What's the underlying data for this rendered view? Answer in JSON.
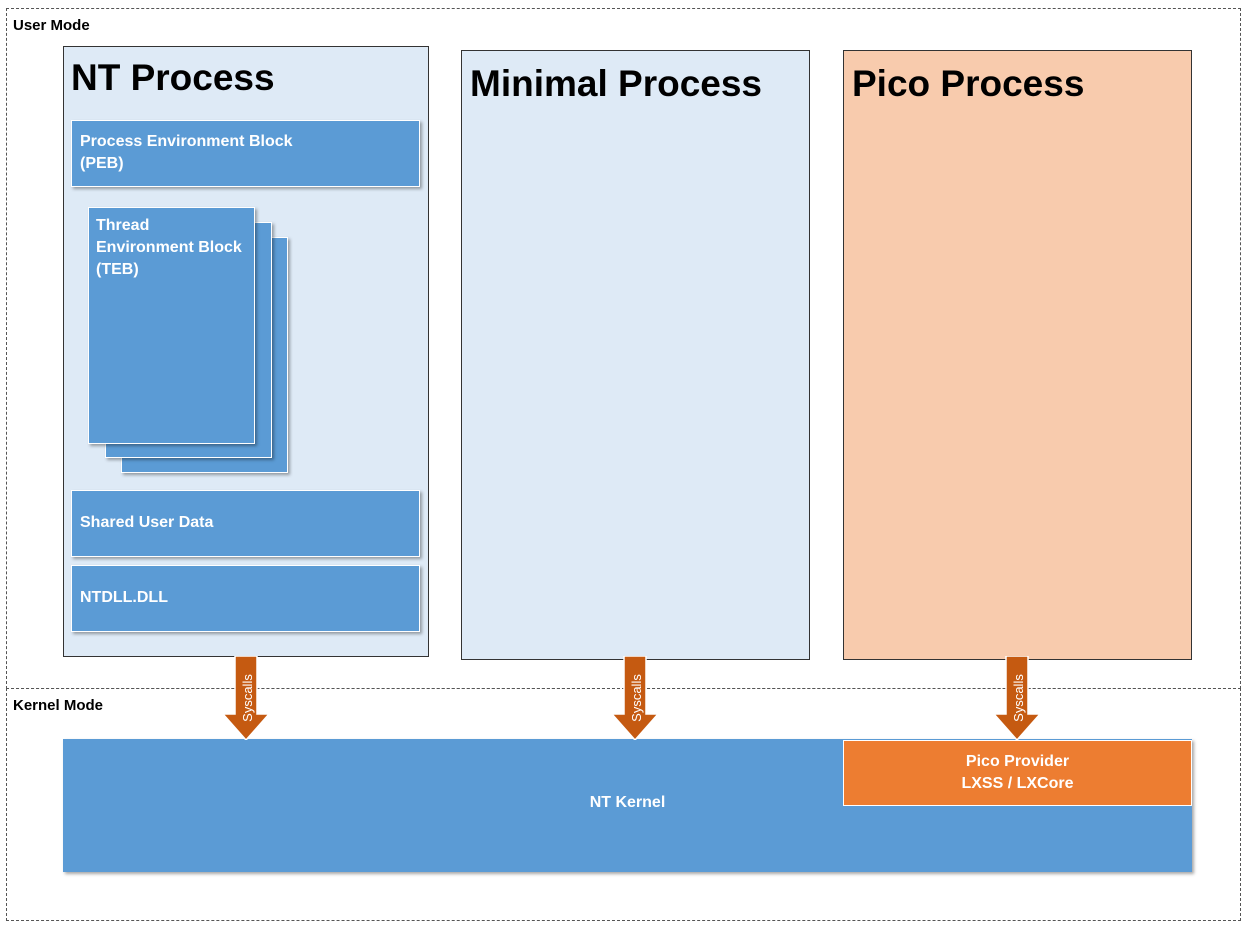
{
  "zones": {
    "user_mode": "User Mode",
    "kernel_mode": "Kernel Mode"
  },
  "processes": {
    "nt": {
      "title": "NT Process",
      "peb_line1": "Process Environment Block",
      "peb_line2": "(PEB)",
      "teb_line1": "Thread",
      "teb_line2": "Environment Block",
      "teb_line3": "(TEB)",
      "shared_user_data": "Shared User Data",
      "ntdll": "NTDLL.DLL"
    },
    "minimal": {
      "title": "Minimal Process"
    },
    "pico": {
      "title": "Pico Process"
    }
  },
  "syscalls": {
    "label": "Syscalls"
  },
  "kernel": {
    "nt_kernel": "NT Kernel",
    "pico_provider_line1": "Pico Provider",
    "pico_provider_line2": "LXSS / LXCore"
  },
  "colors": {
    "process_fill": "#deeaf6",
    "pico_fill": "#f8cbad",
    "block_blue": "#5b9bd5",
    "provider_orange": "#ed7d31",
    "arrow_brown": "#c55a11"
  }
}
